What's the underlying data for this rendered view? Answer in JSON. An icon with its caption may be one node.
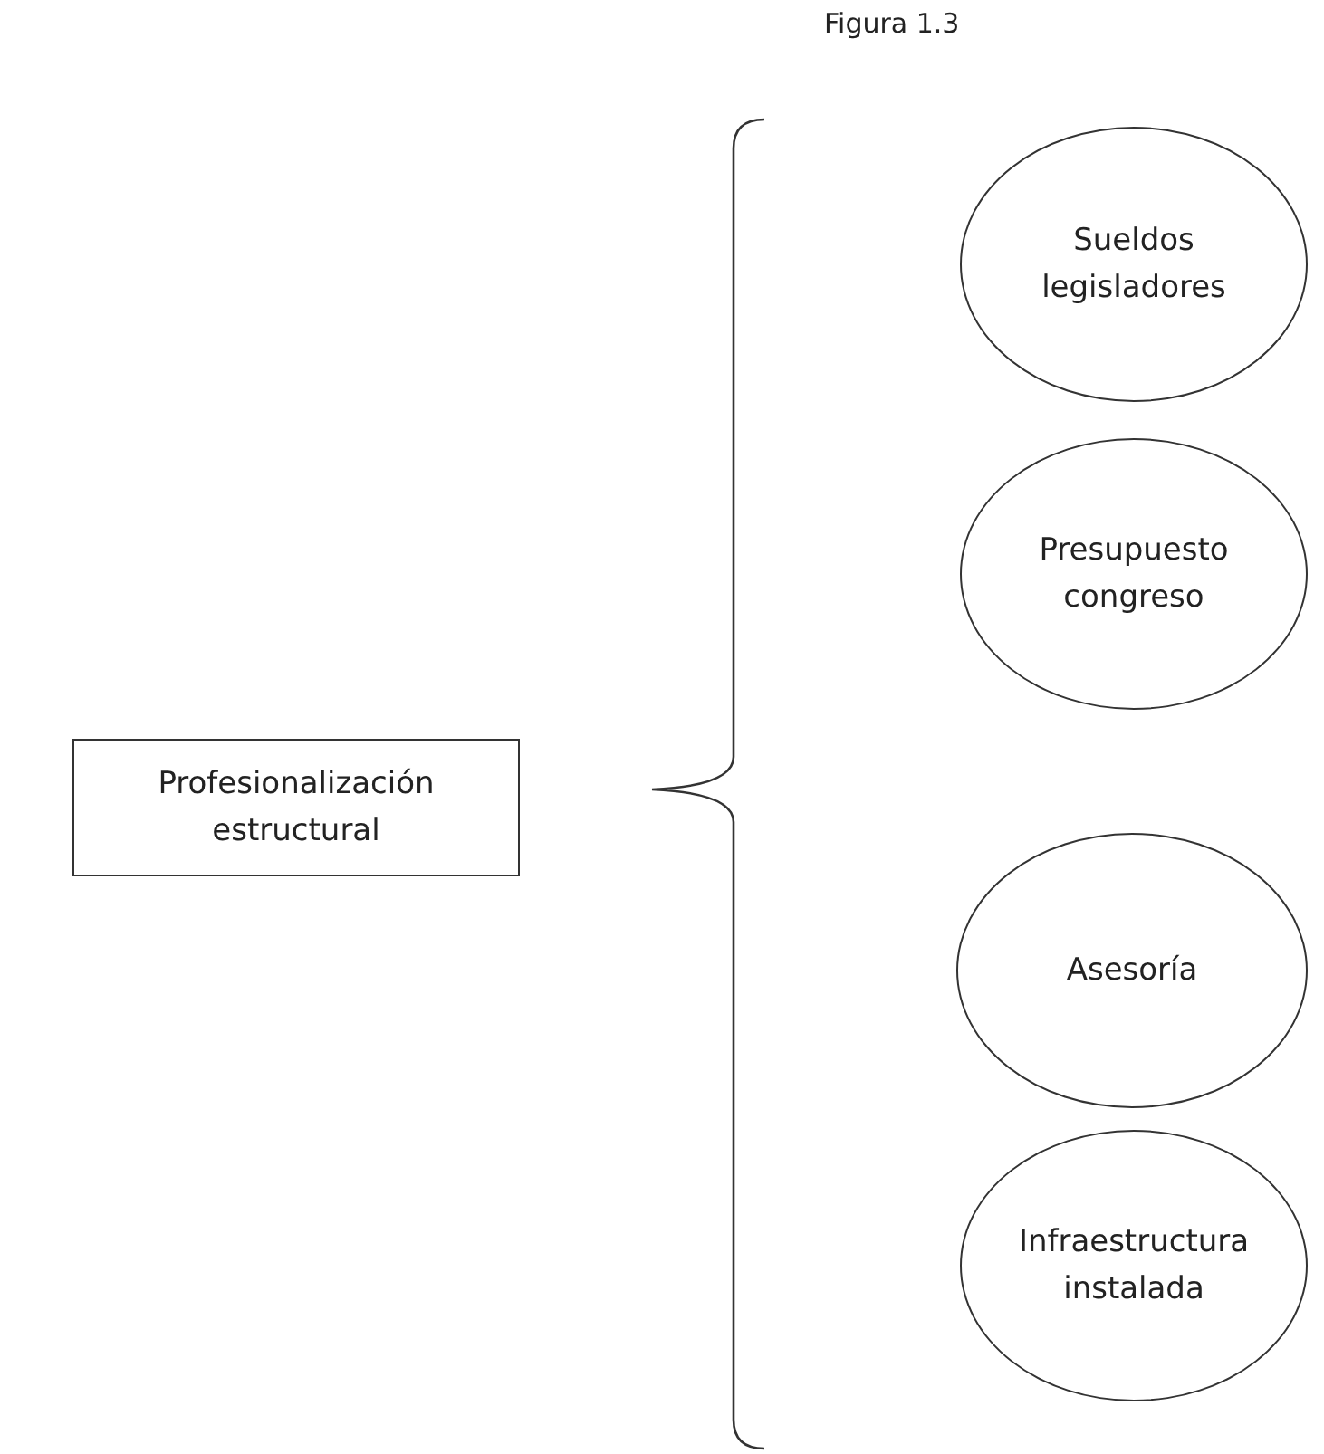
{
  "diagram": {
    "title": "Figura 1.3",
    "nodes": [
      {
        "text": [
          "Profesionalización estructural"
        ]
      },
      {
        "text": [
          "Sueldos legisladores"
        ]
      },
      {
        "text": [
          "Presupuesto congreso"
        ]
      },
      {
        "text": [
          "Asesoría"
        ]
      },
      {
        "text": [
          "Infraestructura instalada"
        ]
      }
    ]
  }
}
